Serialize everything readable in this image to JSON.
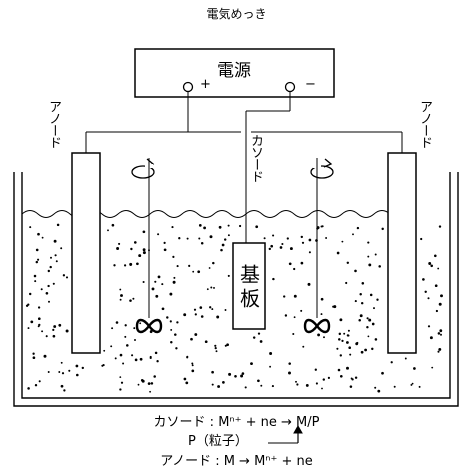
{
  "title": "電気めっき",
  "power_supply": {
    "label": "電源",
    "plus": "+",
    "minus": "−"
  },
  "electrodes": {
    "anode_left": "アノード",
    "anode_right": "アノード",
    "cathode": "カソード",
    "substrate": "基板"
  },
  "equations": {
    "cathode": "カソード : Mⁿ⁺ + ne → M/P",
    "particle": "P（粒子）",
    "anode": "アノード : M → Mⁿ⁺ + ne"
  },
  "icons": {
    "stirrer": "infinity-stirrer-icon",
    "rotation": "rotation-arrow-icon",
    "particles": "particle-dots"
  },
  "colors": {
    "stroke": "#000000",
    "background": "#ffffff"
  }
}
